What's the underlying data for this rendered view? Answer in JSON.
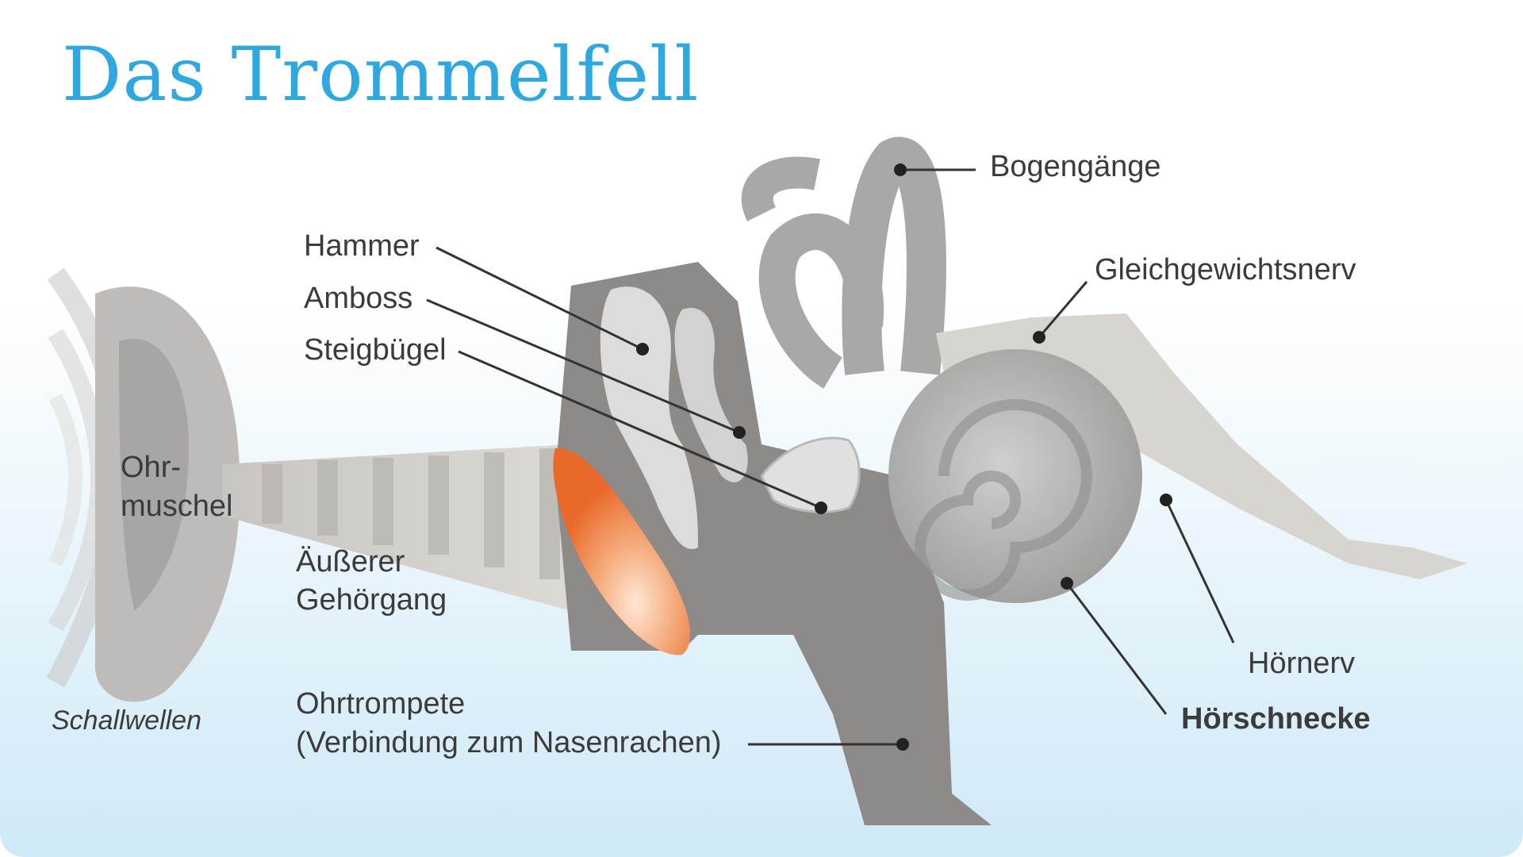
{
  "title": "Das Trommelfell",
  "labels": {
    "hammer": "Hammer",
    "amboss": "Amboss",
    "steigbuegel": "Steigbügel",
    "bogengaenge": "Bogengänge",
    "gleichgewichtsnerv": "Gleichgewichtsnerv",
    "ohrmuschel_1": "Ohr-",
    "ohrmuschel_2": "muschel",
    "gehoergang_1": "Äußerer",
    "gehoergang_2": "Gehörgang",
    "ohrtrompete_1": "Ohrtrompete",
    "ohrtrompete_2": "(Verbindung zum Nasenrachen)",
    "schallwellen": "Schallwellen",
    "hoernerv": "Hörnerv",
    "hoerschnecke": "Hörschnecke"
  },
  "colors": {
    "title": "#2fa8df",
    "eardrum": "#ef7d3c",
    "tissue_dark": "#8e8a88",
    "bone_light": "#dcdcdc",
    "inner_ear": "#a7a7a5",
    "nerve": "#d8d4cf",
    "background_top": "#ffffff",
    "background_bottom": "#d3ecf8"
  }
}
